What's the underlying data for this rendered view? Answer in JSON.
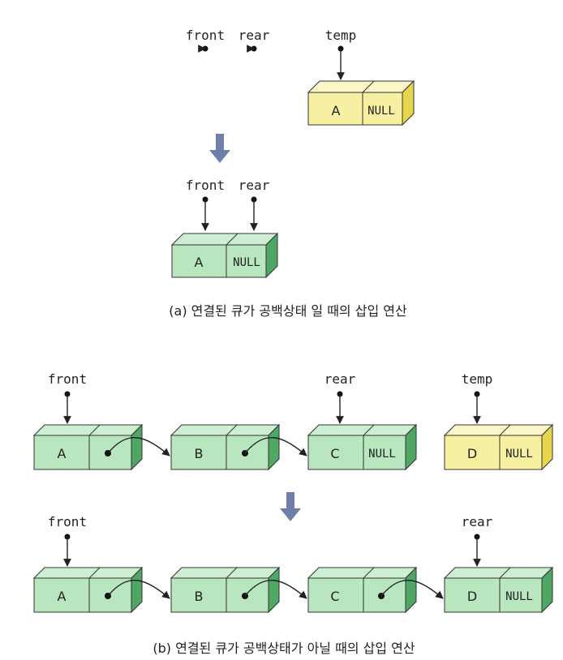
{
  "colors": {
    "green_front": "#b7e6bf",
    "green_top": "#cdeed3",
    "green_side": "#4fa764",
    "yellow_front": "#f7f0a1",
    "yellow_top": "#fbf6c8",
    "yellow_side": "#e6d64d",
    "arrow_down": "#6f7fa9",
    "stroke": "#333333"
  },
  "a": {
    "before": {
      "pointers": {
        "front": "front",
        "rear": "rear",
        "temp": "temp"
      },
      "node": {
        "value": "A",
        "next": "NULL"
      }
    },
    "after": {
      "pointers": {
        "front": "front",
        "rear": "rear"
      },
      "node": {
        "value": "A",
        "next": "NULL"
      }
    },
    "caption": "(a) 연결된 큐가 공백상태 일 때의 삽입 연산"
  },
  "b": {
    "before": {
      "pointers": {
        "front": "front",
        "rear": "rear",
        "temp": "temp"
      },
      "nodes": [
        {
          "value": "A",
          "next": ""
        },
        {
          "value": "B",
          "next": ""
        },
        {
          "value": "C",
          "next": "NULL"
        }
      ],
      "temp_node": {
        "value": "D",
        "next": "NULL"
      }
    },
    "after": {
      "pointers": {
        "front": "front",
        "rear": "rear"
      },
      "nodes": [
        {
          "value": "A",
          "next": ""
        },
        {
          "value": "B",
          "next": ""
        },
        {
          "value": "C",
          "next": ""
        },
        {
          "value": "D",
          "next": "NULL"
        }
      ]
    },
    "caption": "(b) 연결된 큐가 공백상태가 아닐 때의 삽입 연산"
  }
}
